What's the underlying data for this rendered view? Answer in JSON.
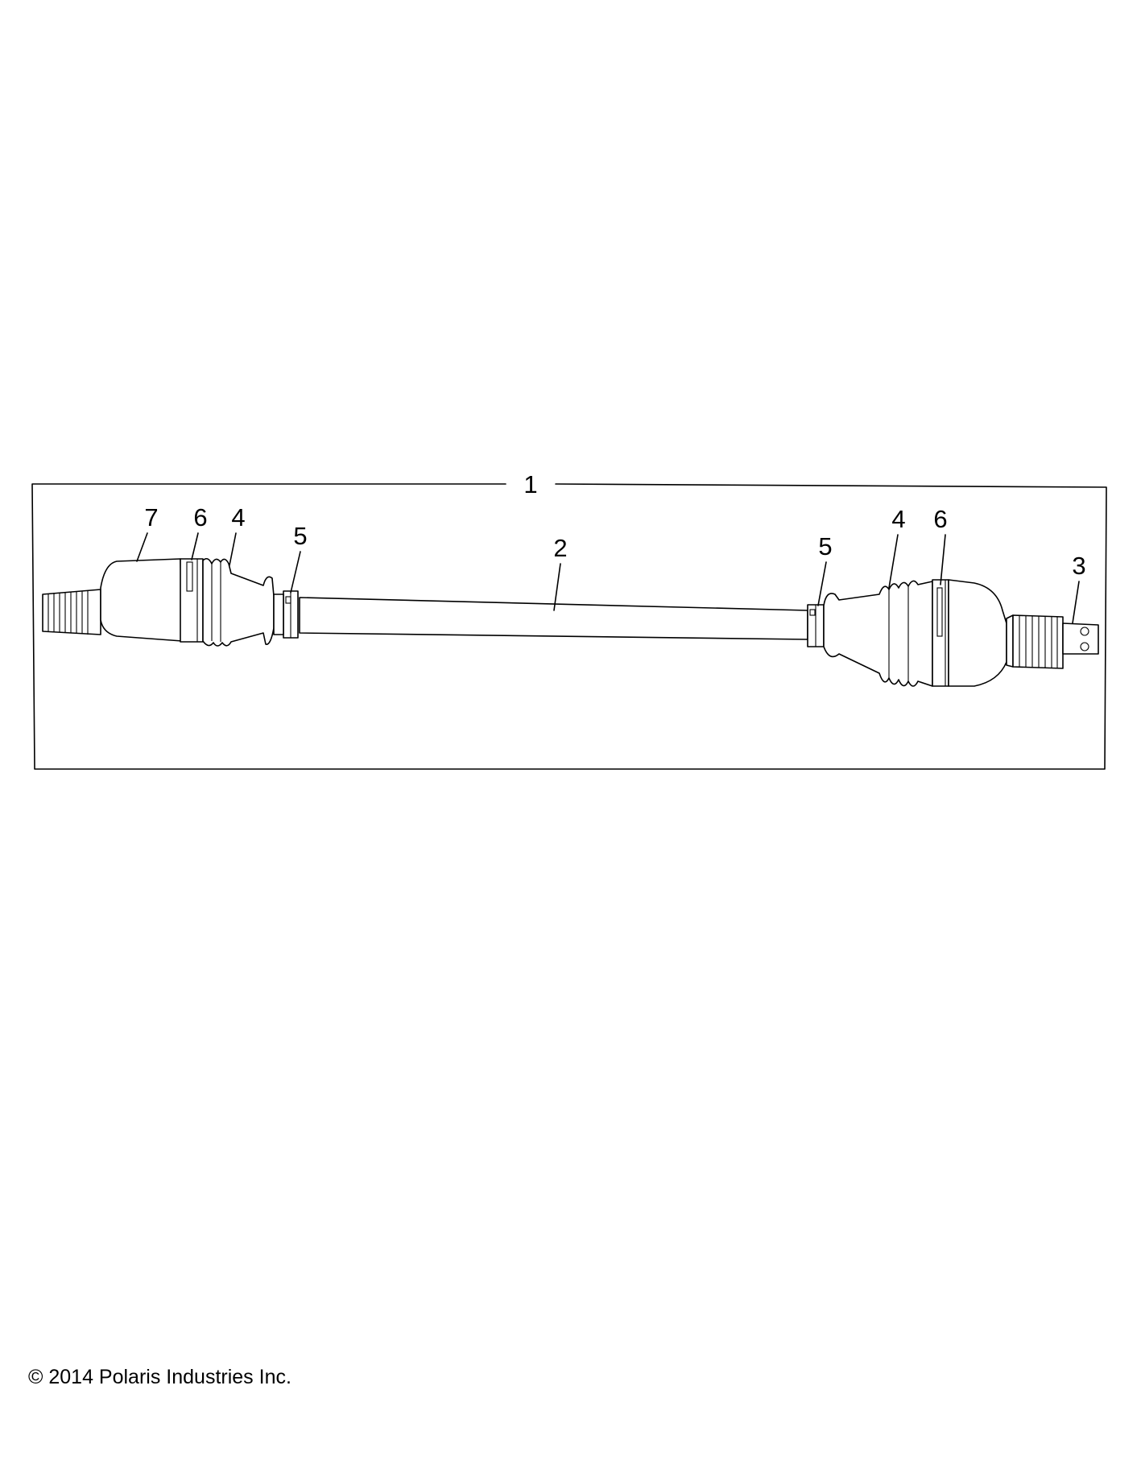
{
  "diagram": {
    "callouts": {
      "assembly": "1",
      "shaft": "2",
      "stub_shaft": "3",
      "boot_left": "4",
      "boot_right": "4",
      "clamp_left": "5",
      "clamp_right": "5",
      "clamp_large_left": "6",
      "clamp_large_right": "6",
      "housing": "7"
    }
  },
  "footer": {
    "copyright": "© 2014 Polaris Industries Inc."
  }
}
